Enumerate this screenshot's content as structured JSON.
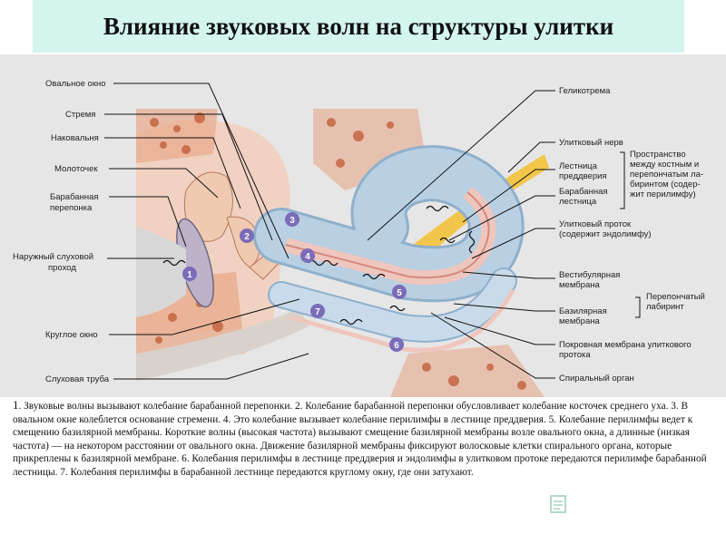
{
  "title": "Влияние звуковых волн на структуры улитки",
  "labels_left": {
    "oval_window": "Овальное окно",
    "stapes": "Стремя",
    "incus": "Наковальня",
    "malleus": "Молоточек",
    "tympanic_membrane_1": "Барабанная",
    "tympanic_membrane_2": "перепонка",
    "ear_canal_1": "Наружный слуховой",
    "ear_canal_2": "проход",
    "round_window": "Круглое окно",
    "auditory_tube": "Слуховая труба"
  },
  "labels_right": {
    "helicotrema": "Геликотрема",
    "cochlear_nerve": "Улитковый нерв",
    "scala_vestibuli_1": "Лестница",
    "scala_vestibuli_2": "преддверия",
    "scala_tympani_1": "Барабанная",
    "scala_tympani_2": "лестница",
    "perilymph_space_1": "Пространство",
    "perilymph_space_2": "между костным и",
    "perilymph_space_3": "перепончатым ла-",
    "perilymph_space_4": "биринтом (содер-",
    "perilymph_space_5": "жит перилимфу)",
    "cochlear_duct_1": "Улитковый проток",
    "cochlear_duct_2": "(содержит эндолимфу)",
    "vestibular_membrane_1": "Вестибулярная",
    "vestibular_membrane_2": "мембрана",
    "basilar_membrane_1": "Базилярная",
    "basilar_membrane_2": "мембрана",
    "membranous_labyrinth_1": "Перепончатый",
    "membranous_labyrinth_2": "лабиринт",
    "tectorial_membrane_1": "Покровная мембрана улиткового",
    "tectorial_membrane_2": "протока",
    "spiral_organ": "Спиральный орган"
  },
  "step_numbers": [
    "1",
    "2",
    "3",
    "4",
    "5",
    "6",
    "7"
  ],
  "caption": {
    "lead": "1",
    "text": ". Звуковые волны вызывают колебание барабанной перепонки.  2. Колебание барабанной перепонки обусловливает колебание косточек среднего уха.  3. В овальном окне колеблется основание стремени. 4. Это колебание вызывает колебание перилимфы в лестнице преддверия. 5. Колебание перилимфы ведет к смещению базилярной мембраны. Короткие волны (высокая частота) вызывают смещение базилярной мембраны возле овального окна, а длинные (низкая частота) — на некотором расстоянии от овального окна. Движение базилярной мембраны фиксируют волосковые клетки спирального органа, которые прикреплены к базилярной мембране. 6. Колебания перилимфы в лестнице преддверия и эндолимфы в улитковом протоке передаются перилимфе барабанной лестницы. 7. Колебания перилимфы в барабанной лестнице передаются круглому окну, где они затухают."
  },
  "colors": {
    "title_bg": "#d4f5ee",
    "figure_bg": "#e6e6e6",
    "bone": "#e8a88a",
    "bone_spots": "#c2603a",
    "scala_blue": "#b9cfe2",
    "duct_pink": "#efc6bd",
    "marker_purple": "#7a6cb8",
    "nerve_yellow": "#f2c64a"
  }
}
